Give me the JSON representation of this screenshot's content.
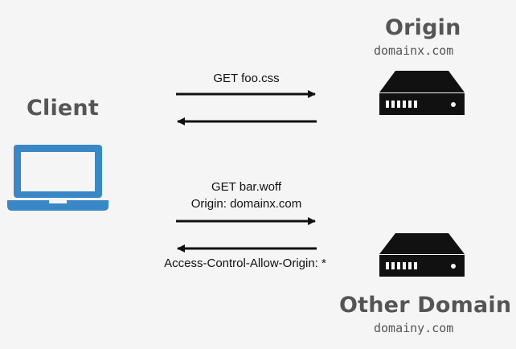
{
  "client": {
    "label": "Client"
  },
  "origin": {
    "label": "Origin",
    "domain": "domainx.com"
  },
  "other": {
    "label": "Other Domain",
    "domain": "domainy.com"
  },
  "requests": {
    "first": {
      "label": "GET foo.css"
    },
    "second": {
      "line1": "GET bar.woff",
      "line2": "Origin: domainx.com",
      "response": "Access-Control-Allow-Origin: *"
    }
  },
  "colors": {
    "laptop": "#3a87c8",
    "server": "#111111",
    "heading": "#555555"
  }
}
